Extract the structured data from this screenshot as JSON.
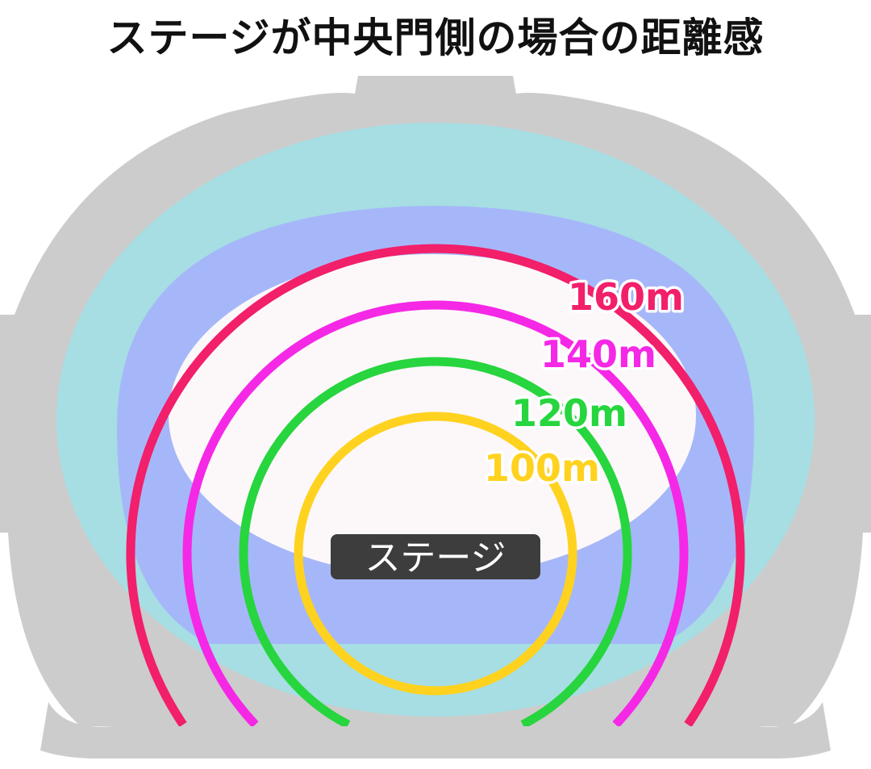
{
  "title": "ステージが中央門側の場合の距離感",
  "stage": {
    "label": "ステージ"
  },
  "rings": [
    {
      "label": "100m",
      "color": "#FFD21F"
    },
    {
      "label": "120m",
      "color": "#27D53E"
    },
    {
      "label": "140m",
      "color": "#F528E6"
    },
    {
      "label": "160m",
      "color": "#F21F6A"
    }
  ],
  "colors": {
    "outer_wall": "#CCCCCC",
    "stands": "#A6DEE3",
    "inner_band": "#A6B7F9",
    "field": "#FCF8FA",
    "stage": "#3D3D3D"
  }
}
